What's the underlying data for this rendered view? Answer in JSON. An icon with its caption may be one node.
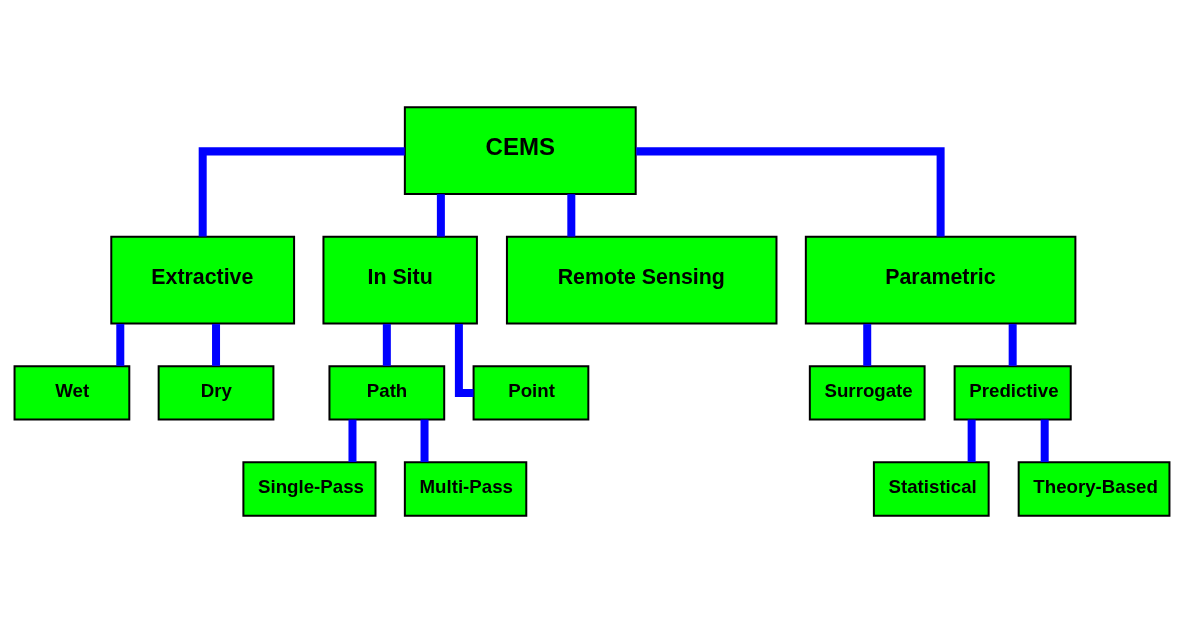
{
  "diagram": {
    "nodes": [
      {
        "text": [
          "CEMS"
        ]
      },
      {
        "text": [
          "Extractive"
        ]
      },
      {
        "text": [
          "In Situ"
        ]
      },
      {
        "text": [
          "Remote Sensing"
        ]
      },
      {
        "text": [
          "Parametric"
        ]
      },
      {
        "text": [
          "Wet"
        ]
      },
      {
        "text": [
          "Dry"
        ]
      },
      {
        "text": [
          "Path"
        ]
      },
      {
        "text": [
          "Point"
        ]
      },
      {
        "text": [
          "Surrogate"
        ]
      },
      {
        "text": [
          "Predictive"
        ]
      },
      {
        "text": [
          "Single-Pass"
        ]
      },
      {
        "text": [
          "Multi-Pass"
        ]
      },
      {
        "text": [
          "Statistical"
        ]
      },
      {
        "text": [
          "Theory-Based"
        ]
      }
    ],
    "edges": [
      {
        "from": 0,
        "to": 1,
        "arrow": "none"
      },
      {
        "from": 0,
        "to": 2,
        "arrow": "none"
      },
      {
        "from": 0,
        "to": 3,
        "arrow": "none"
      },
      {
        "from": 0,
        "to": 4,
        "arrow": "none"
      },
      {
        "from": 1,
        "to": 5,
        "arrow": "none"
      },
      {
        "from": 1,
        "to": 6,
        "arrow": "none"
      },
      {
        "from": 2,
        "to": 7,
        "arrow": "none"
      },
      {
        "from": 2,
        "to": 8,
        "arrow": "none"
      },
      {
        "from": 4,
        "to": 9,
        "arrow": "none"
      },
      {
        "from": 4,
        "to": 10,
        "arrow": "none"
      },
      {
        "from": 7,
        "to": 11,
        "arrow": "none"
      },
      {
        "from": 7,
        "to": 12,
        "arrow": "none"
      },
      {
        "from": 10,
        "to": 13,
        "arrow": "none"
      },
      {
        "from": 10,
        "to": 14,
        "arrow": "none"
      }
    ]
  }
}
